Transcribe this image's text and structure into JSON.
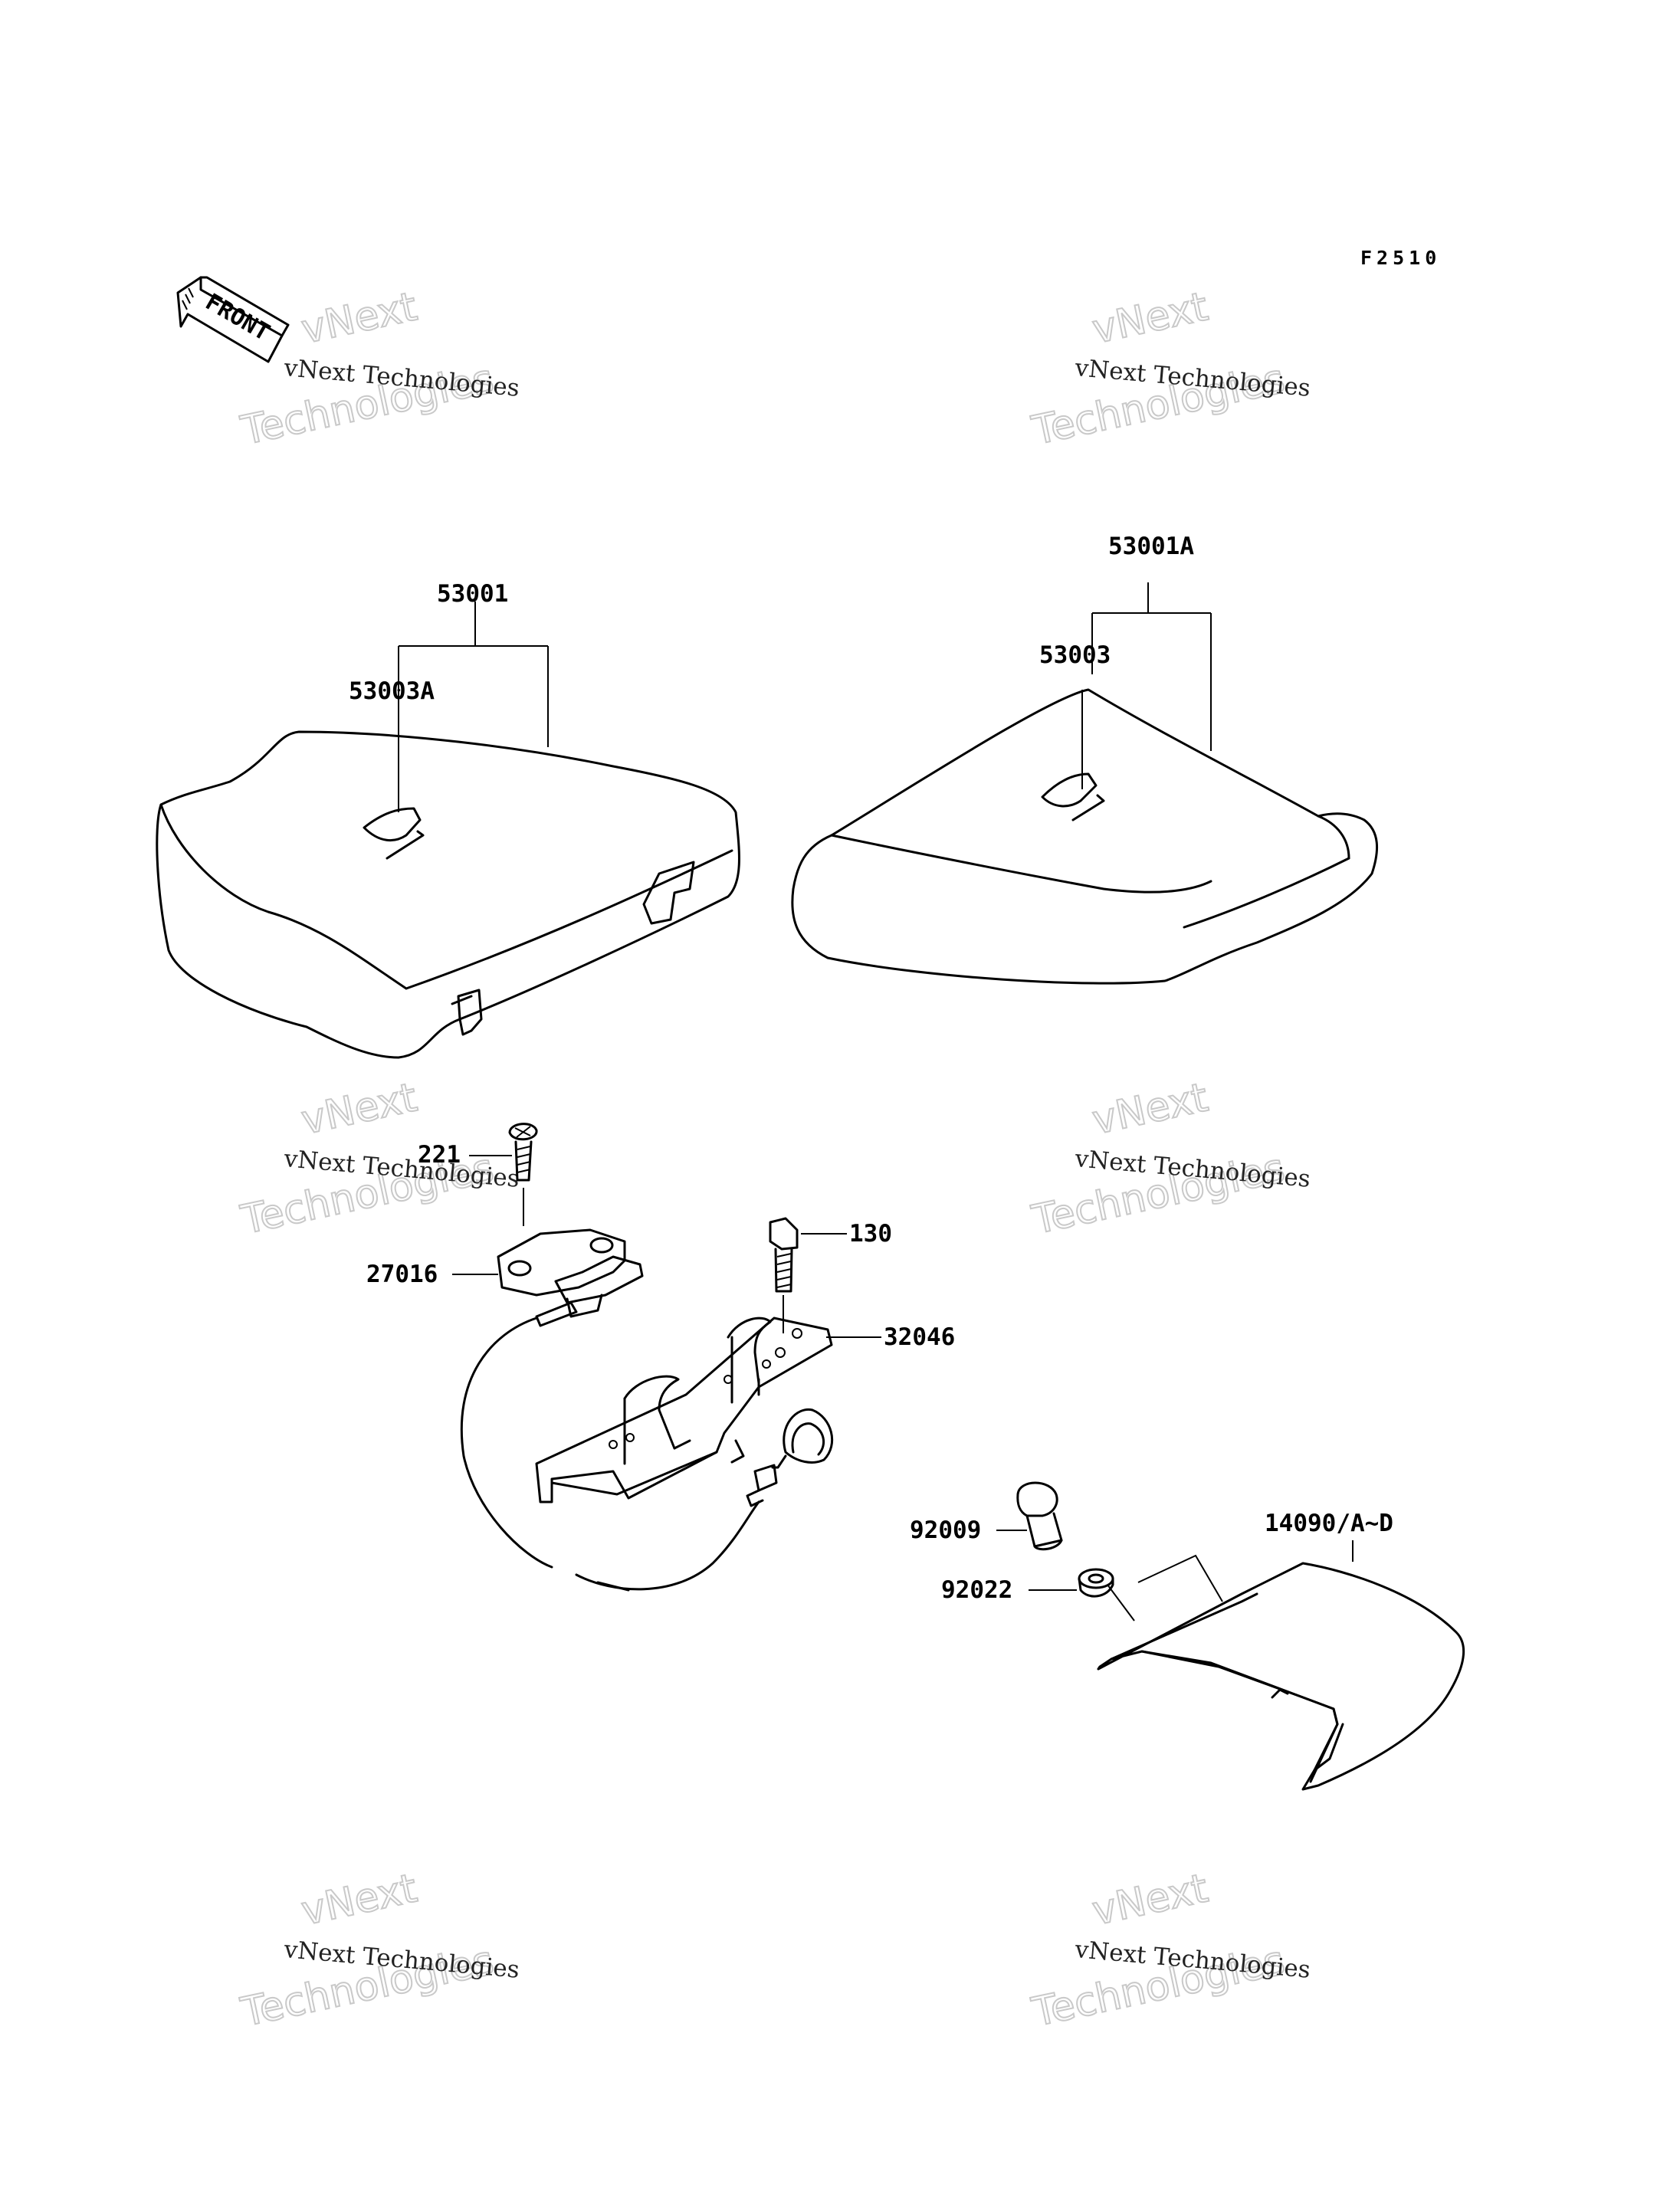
{
  "figure_id": "F2510",
  "front_label": "FRONT",
  "watermark": {
    "line1": "vNext",
    "line2": "vNext Technologies",
    "line3": "Technologies"
  },
  "parts": {
    "p53001": "53001",
    "p53003a": "53003A",
    "p53001a": "53001A",
    "p53003": "53003",
    "p221": "221",
    "p130": "130",
    "p27016": "27016",
    "p32046": "32046",
    "p92009": "92009",
    "p92022": "92022",
    "p14090": "14090/A~D"
  }
}
